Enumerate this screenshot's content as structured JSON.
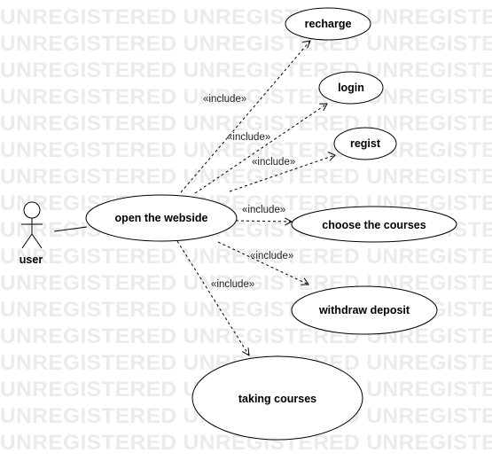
{
  "watermark": {
    "text": "UNREGISTERED UNREGISTERED UNREGISTERED"
  },
  "actor": {
    "label": "user"
  },
  "usecases": {
    "main": "open the webside",
    "recharge": "recharge",
    "login": "login",
    "regist": "regist",
    "choose": "choose the courses",
    "withdraw": "withdraw deposit",
    "taking": "taking courses"
  },
  "relation": {
    "include_label": "«include»"
  }
}
